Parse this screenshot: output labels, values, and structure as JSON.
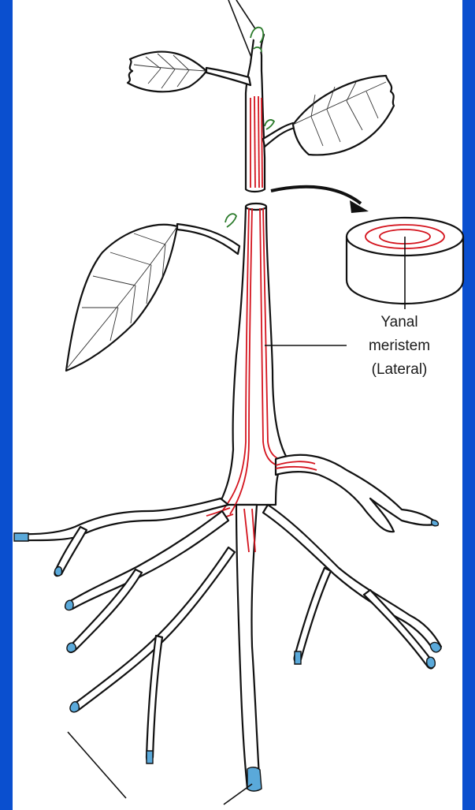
{
  "labels": {
    "lateral_meristem_line1": "Yanal",
    "lateral_meristem_line2": "meristem",
    "lateral_meristem_line3": "(Lateral)"
  },
  "colors": {
    "border": "#0a4fcf",
    "meristem": "#d4141e",
    "root_tip": "#5aa9da",
    "bud": "#2a7a2a"
  }
}
